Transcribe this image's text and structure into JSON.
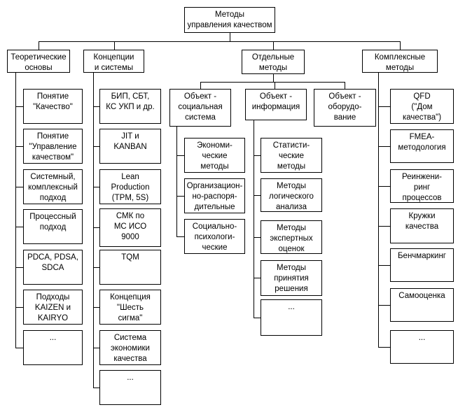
{
  "colors": {
    "border": "#000000",
    "background": "#ffffff",
    "text": "#000000"
  },
  "diagram": {
    "root": {
      "label": "Методы\nуправления качеством"
    },
    "branches": [
      {
        "label": "Теоретические\nосновы",
        "items": [
          "Понятие\n\"Качество\"",
          "Понятие\n\"Управление\nкачеством\"",
          "Системный,\nкомплексный\nподход",
          "Процессный\nподход",
          "PDCA, PDSA,\nSDCA",
          "Подходы\nKAIZEN и\nKAIRYO",
          "..."
        ]
      },
      {
        "label": "Концепции\nи системы",
        "items": [
          "БИП, СБТ,\nКС УКП и др.",
          "JIT и\nKANBAN",
          "Lean\nProduction\n(TPM, 5S)",
          "СМК по\nМС ИСО\n9000",
          "TQM",
          "Концепция\n\"Шесть\nсигма\"",
          "Система\nэкономики\nкачества",
          "..."
        ]
      },
      {
        "label": "Отдельные\nметоды",
        "groups": [
          {
            "label": "Объект -\nсоциальная\nсистема",
            "items": [
              "Экономи-\nческие\nметоды",
              "Организацион-\nно-распоря-\nдительные",
              "Социально-\nпсихологи-\nческие"
            ]
          },
          {
            "label": "Объект -\nинформация",
            "items": [
              "Статисти-\nческие\nметоды",
              "Методы\nлогического\nанализа",
              "Методы\nэкспертных\nоценок",
              "Методы\nпринятия\nрешения",
              "..."
            ]
          },
          {
            "label": "Объект -\nоборудо-\nвание",
            "items": []
          }
        ]
      },
      {
        "label": "Комплексные\nметоды",
        "items": [
          "QFD\n(\"Дом\nкачества\")",
          "FMEA-\nметодология",
          "Реинжени-\nринг\nпроцессов",
          "Кружки\nкачества",
          "Бенчмаркинг",
          "Самооценка",
          "..."
        ]
      }
    ]
  }
}
